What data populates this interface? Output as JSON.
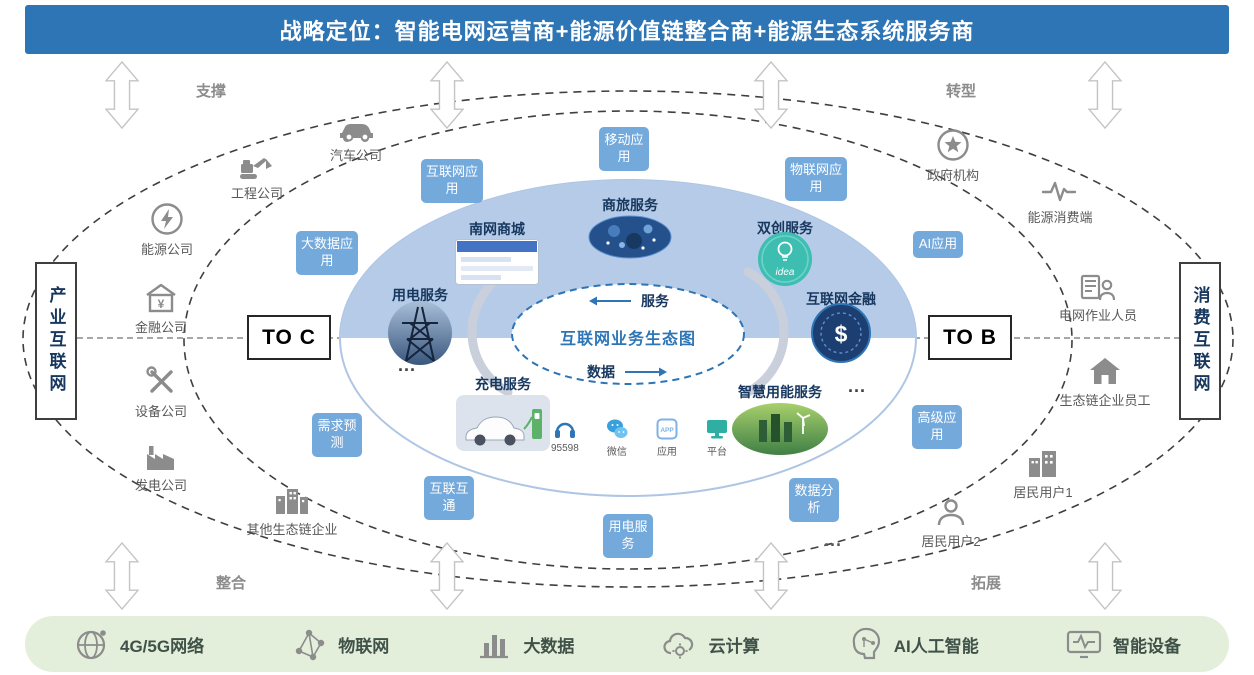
{
  "banner": {
    "title": "战略定位：智能电网运营商+能源价值链整合商+能源生态系统服务商"
  },
  "corners": {
    "top_left": "支撑",
    "top_right": "转型",
    "bottom_left": "整合",
    "bottom_right": "拓展"
  },
  "side_panels": {
    "left": "产业互联网",
    "right": "消费互联网"
  },
  "segments": {
    "left": "TO C",
    "right": "TO B"
  },
  "core": {
    "title": "互联网业务生态图",
    "flows": {
      "service": "服务",
      "data": "数据"
    },
    "services": {
      "mall": "南网商城",
      "travel": "商旅服务",
      "innovation": "双创服务",
      "electricity": "用电服务",
      "finance": "互联网金融",
      "charging": "充电服务",
      "smart_energy": "智慧用能服务"
    },
    "channels": [
      {
        "label": "95598",
        "icon": "headset-icon"
      },
      {
        "label": "微信",
        "icon": "wechat-icon"
      },
      {
        "label": "应用",
        "icon": "app-icon"
      },
      {
        "label": "平台",
        "icon": "platform-icon"
      }
    ]
  },
  "tags": {
    "internet_app": "互联网应用",
    "mobile_app": "移动应用",
    "iot_app": "物联网应用",
    "bigdata_app": "大数据应用",
    "ai_app": "AI应用",
    "demand_forecast": "需求预测",
    "advanced_app": "高级应用",
    "interconnect": "互联互通",
    "electricity_service": "用电服务",
    "data_analysis": "数据分析"
  },
  "left_entities": [
    {
      "label": "汽车公司",
      "icon": "car-icon"
    },
    {
      "label": "工程公司",
      "icon": "excavator-icon"
    },
    {
      "label": "能源公司",
      "icon": "energy-icon"
    },
    {
      "label": "金融公司",
      "icon": "finance-house-icon"
    },
    {
      "label": "设备公司",
      "icon": "tools-icon"
    },
    {
      "label": "发电公司",
      "icon": "factory-icon"
    },
    {
      "label": "其他生态链企业",
      "icon": "buildings-icon"
    }
  ],
  "right_entities": [
    {
      "label": "政府机构",
      "icon": "government-icon"
    },
    {
      "label": "能源消费端",
      "icon": "pulse-icon"
    },
    {
      "label": "电网作业人员",
      "icon": "grid-worker-icon"
    },
    {
      "label": "生态链企业员工",
      "icon": "house-icon"
    },
    {
      "label": "居民用户1",
      "icon": "residence-icon"
    },
    {
      "label": "居民用户2",
      "icon": "person-icon"
    }
  ],
  "infrastructure": [
    {
      "label": "4G/5G网络",
      "icon": "network-globe-icon"
    },
    {
      "label": "物联网",
      "icon": "iot-nodes-icon"
    },
    {
      "label": "大数据",
      "icon": "bar-chart-icon"
    },
    {
      "label": "云计算",
      "icon": "cloud-icon"
    },
    {
      "label": "AI人工智能",
      "icon": "ai-head-icon"
    },
    {
      "label": "智能设备",
      "icon": "smart-device-icon"
    }
  ],
  "icon_texts": {
    "yuan": "¥",
    "app": "APP",
    "idea": "idea",
    "dollar": "$"
  },
  "ellipsis": "...",
  "colors": {
    "banner_blue": "#2E75B6",
    "tag_blue": "#74A9DB",
    "core_top_blue": "#B5CBE7",
    "navy": "#17375E",
    "teal": "#3EBDB1",
    "bottom_bar_green": "#E3EFDA",
    "icon_gray": "#8C8C8C"
  }
}
